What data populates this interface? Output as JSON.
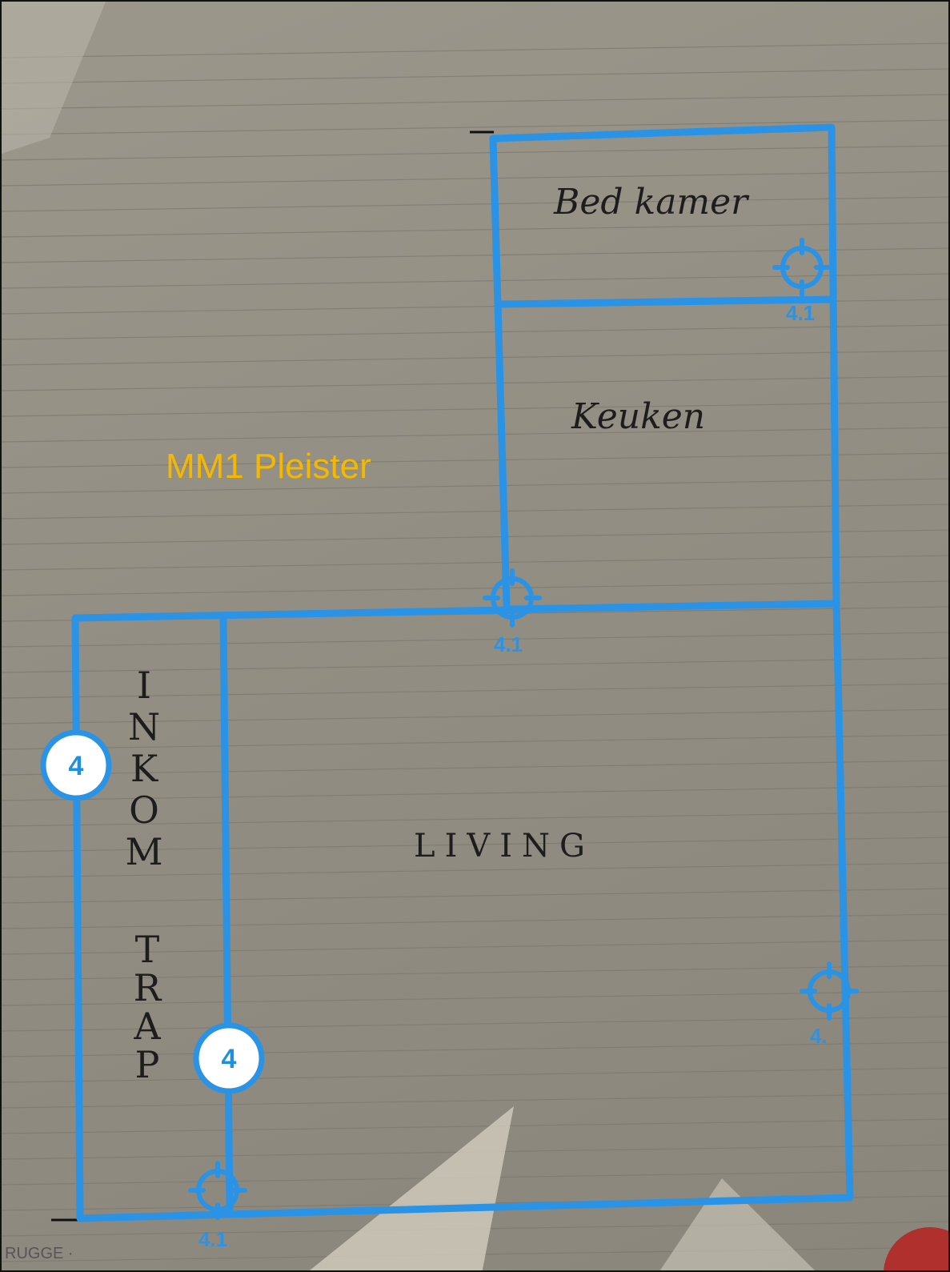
{
  "plan": {
    "title": "MM1 Pleister",
    "rooms": {
      "bedroom": "Bed kamer",
      "kitchen": "Keuken",
      "living": "LIVING",
      "entrance_letters": [
        "I",
        "N",
        "K",
        "O",
        "M"
      ],
      "stair_letters": [
        "T",
        "R",
        "A",
        "P"
      ]
    },
    "badges": {
      "left_wall": "4",
      "stair_wall": "4"
    },
    "markers": {
      "bedroom_corner": "4.1",
      "living_top": "4.1",
      "right_wall": "4.",
      "bottom": "4.1"
    },
    "footer_text": "RUGGE ·",
    "colors": {
      "line": "#2b93e6",
      "title": "#f5b800",
      "paper": "#969185"
    }
  }
}
